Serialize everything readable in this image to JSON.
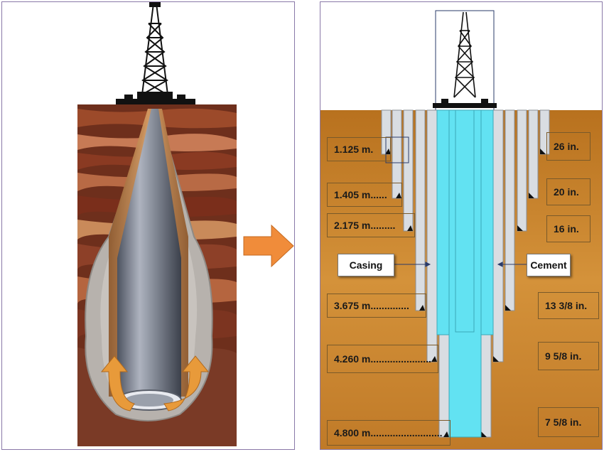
{
  "depth_labels": [
    "1.125 m.",
    "1.405 m......",
    "2.175 m.........",
    "3.675 m..............",
    "4.260 m......................",
    "4.800 m.........................."
  ],
  "size_labels": [
    "26 in.",
    "20 in.",
    "16 in.",
    "13 3/8 in.",
    "9 5/8 in.",
    "7 5/8 in."
  ],
  "callouts": {
    "casing": "Casing",
    "cement": "Cement"
  },
  "colors": {
    "soil": "#c98a2f",
    "cement": "#62e2f2",
    "casing": "#d9dde2",
    "panel_border": "#8a78a8",
    "arrow": "#f08c3a"
  }
}
